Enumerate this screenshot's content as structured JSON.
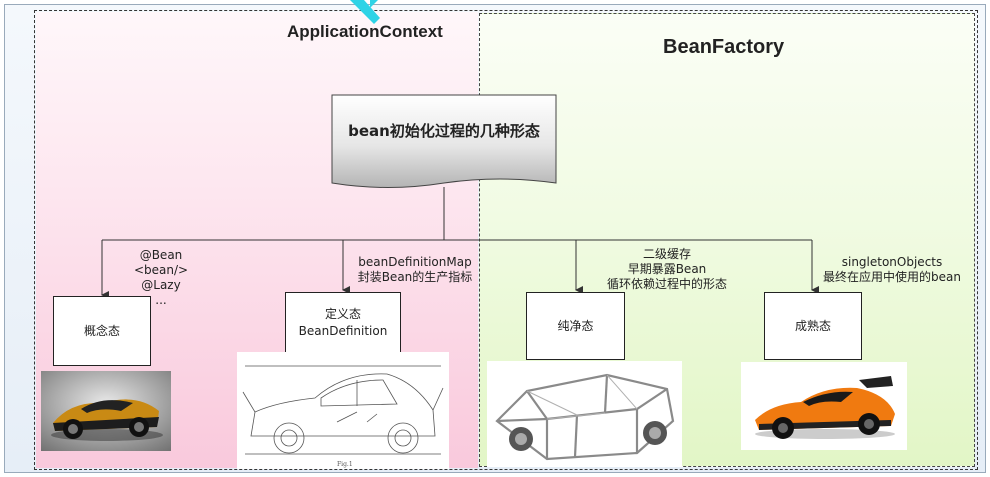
{
  "regions": {
    "application_context": "ApplicationContext",
    "bean_factory": "BeanFactory"
  },
  "central_node": "bean初始化过程的几种形态",
  "states": [
    {
      "label": "概念态"
    },
    {
      "label": "定义态\nBeanDefinition"
    },
    {
      "label": "纯净态"
    },
    {
      "label": "成熟态"
    }
  ],
  "annotations": [
    "@Bean\n<bean/>\n@Lazy\n...",
    "beanDefinitionMap\n封装Bean的生产指标",
    "二级缓存\n早期暴露Bean\n循环依赖过程中的形态",
    "singletonObjects\n最终在应用中使用的bean"
  ],
  "colors": {
    "application_context_bg": "#f9c9dc",
    "bean_factory_bg": "#e2f6c6",
    "accent": "#2ed3e6"
  },
  "images": [
    {
      "icon": "gold-concept-car-icon"
    },
    {
      "icon": "car-blueprint-icon"
    },
    {
      "icon": "car-chassis-frame-icon"
    },
    {
      "icon": "orange-supercar-icon"
    }
  ]
}
